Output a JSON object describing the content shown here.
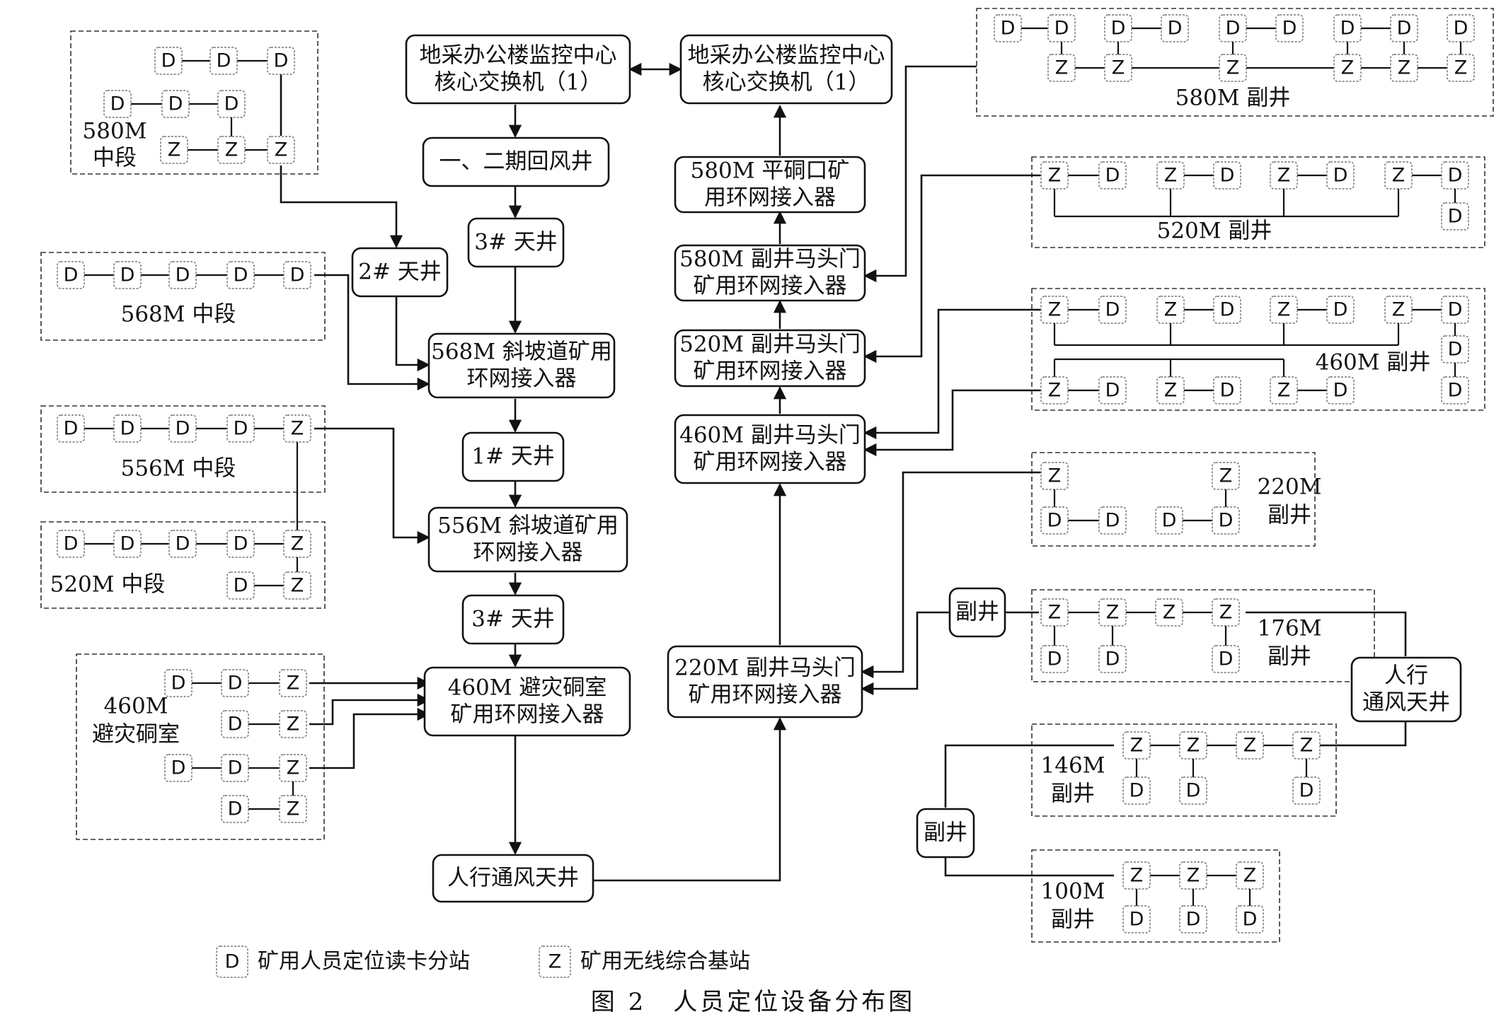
{
  "nodes": {
    "core1": "地采办公楼监控中心\n核心交换机（1）",
    "core2": "地采办公楼监控中心\n核心交换机（1）",
    "return_shaft": "一、二期回风井",
    "raise3_top": "3# 天井",
    "raise2": "2# 天井",
    "ramp568": "568M 斜坡道矿用\n环网接入器",
    "raise1": "1# 天井",
    "ramp556": "556M 斜坡道矿用\n环网接入器",
    "raise3_bottom": "3# 天井",
    "refuge460": "460M 避灾硐室\n矿用环网接入器",
    "vent_shaft": "人行通风天井",
    "adit580": "580M 平硐口矿\n用环网接入器",
    "aux580": "580M 副井马头门\n矿用环网接入器",
    "aux520": "520M 副井马头门\n矿用环网接入器",
    "aux460": "460M 副井马头门\n矿用环网接入器",
    "aux220": "220M 副井马头门\n矿用环网接入器",
    "aux_shaft_upper": "副井",
    "aux_shaft_lower": "副井",
    "vent_shaft_right": "人行\n通风天井"
  },
  "sections": {
    "mid580": "580M\n中段",
    "mid568": "568M 中段",
    "mid556": "556M 中段",
    "mid520": "520M 中段",
    "refuge460": "460M\n避灾硐室",
    "aux580": "580M 副井",
    "aux520": "520M 副井",
    "aux460": "460M 副井",
    "aux220": "220M\n副井",
    "aux176": "176M\n副井",
    "aux146": "146M\n副井",
    "aux100": "100M\n副井"
  },
  "device_letters": {
    "reader": "D",
    "base": "Z"
  },
  "legend": [
    {
      "code": "D",
      "label": "矿用人员定位读卡分站"
    },
    {
      "code": "Z",
      "label": "矿用无线综合基站"
    }
  ],
  "caption": "图 2　人员定位设备分布图",
  "colors": {
    "line": "#111111",
    "device_border": "#777777",
    "section_border": "#333333"
  }
}
